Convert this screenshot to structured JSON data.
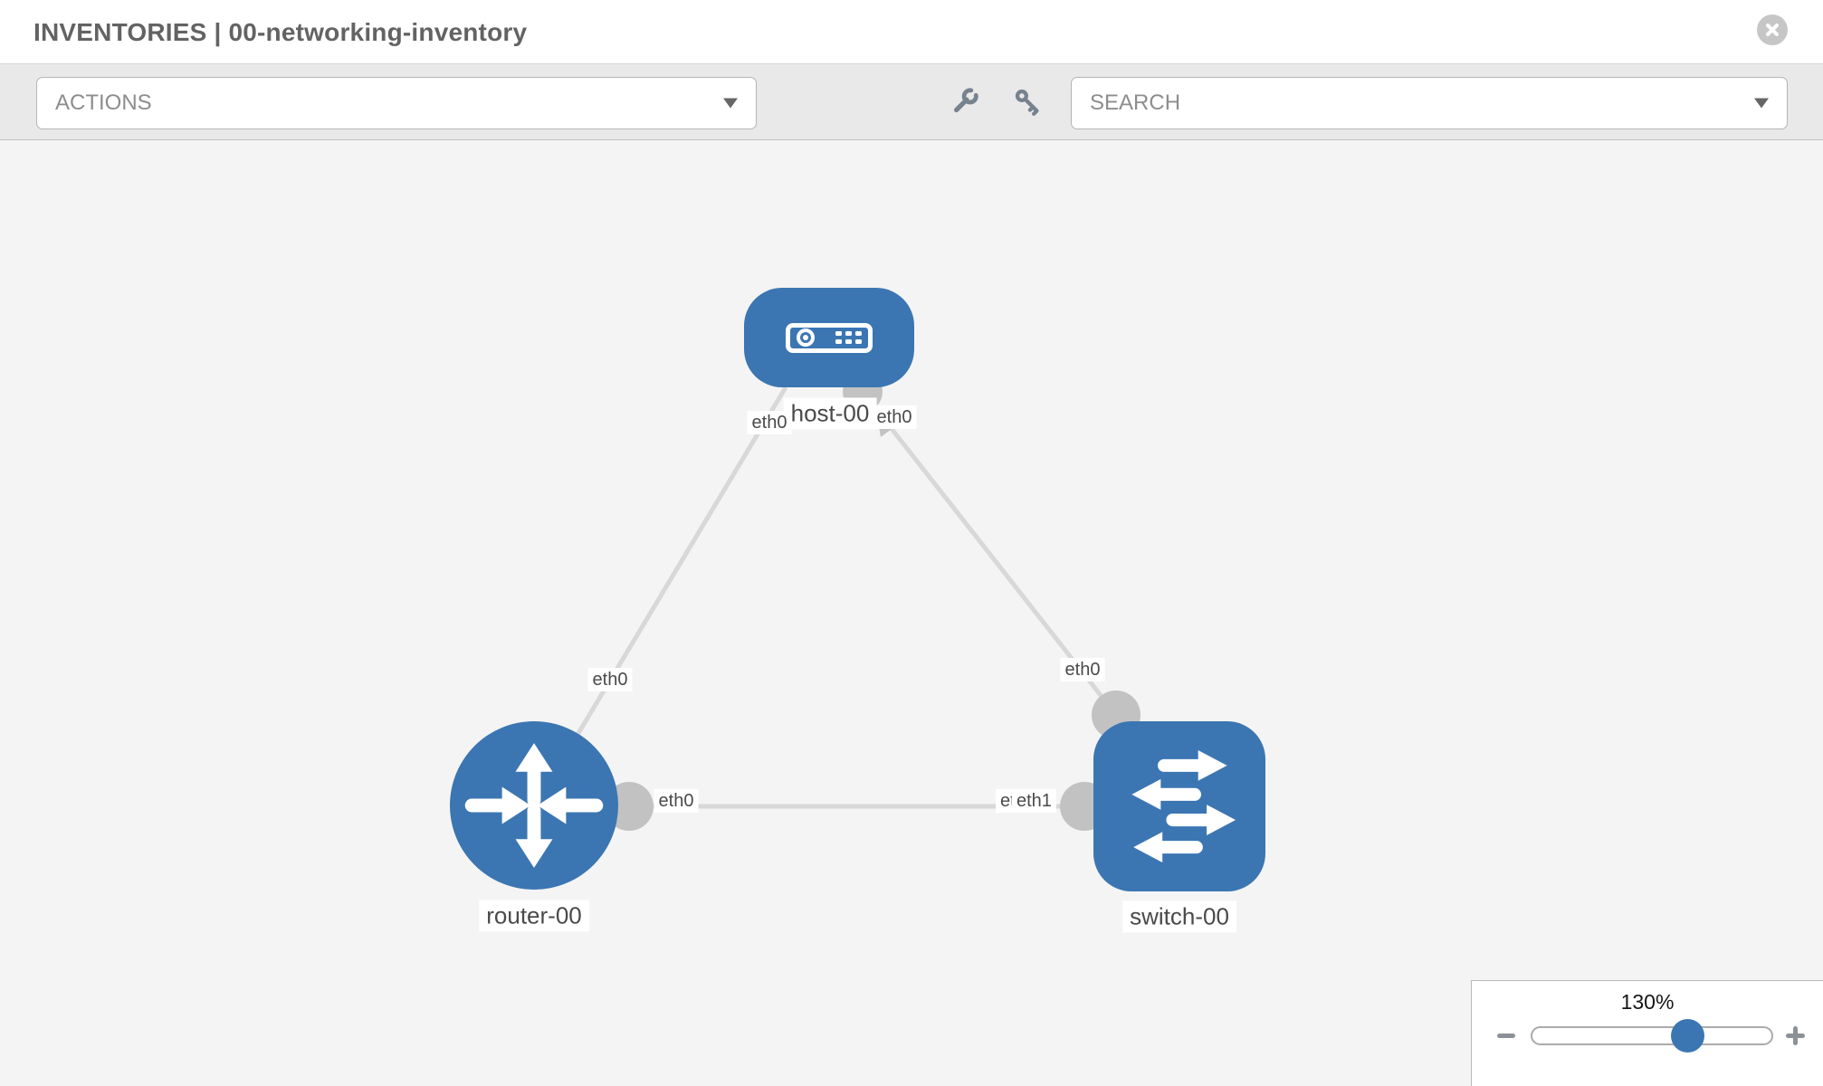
{
  "header": {
    "title": "INVENTORIES | 00-networking-inventory",
    "close_icon": "close-icon"
  },
  "toolbar": {
    "actions_label": "ACTIONS",
    "wrench_icon": "wrench-icon",
    "key_icon": "key-icon",
    "search_placeholder": "SEARCH"
  },
  "graph": {
    "nodes": [
      {
        "label": "host-00",
        "type": "host",
        "icon": "host-icon"
      },
      {
        "label": "router-00",
        "type": "router",
        "icon": "router-icon"
      },
      {
        "label": "switch-00",
        "type": "switch",
        "icon": "switch-icon"
      }
    ],
    "links": [
      {
        "from": "host-00",
        "to": "router-00"
      },
      {
        "from": "host-00",
        "to": "switch-00"
      },
      {
        "from": "router-00",
        "to": "switch-00"
      }
    ],
    "port_labels": {
      "host_left": "eth0",
      "host_right": "eth0",
      "host_router_mid": "eth0",
      "host_switch_mid": "eth0",
      "router_right": "eth0",
      "switch_left_under": "eth0",
      "switch_left_over": "eth1"
    }
  },
  "zoom_control": {
    "level": "130%",
    "minus_icon": "minus-icon",
    "plus_icon": "plus-icon"
  },
  "colors": {
    "node_blue": "#3b76b2",
    "link_gray": "#d8d8d8",
    "connector_gray": "#c2c2c2",
    "canvas_bg": "#f4f4f4",
    "toolbar_icon_gray": "#76828e"
  }
}
